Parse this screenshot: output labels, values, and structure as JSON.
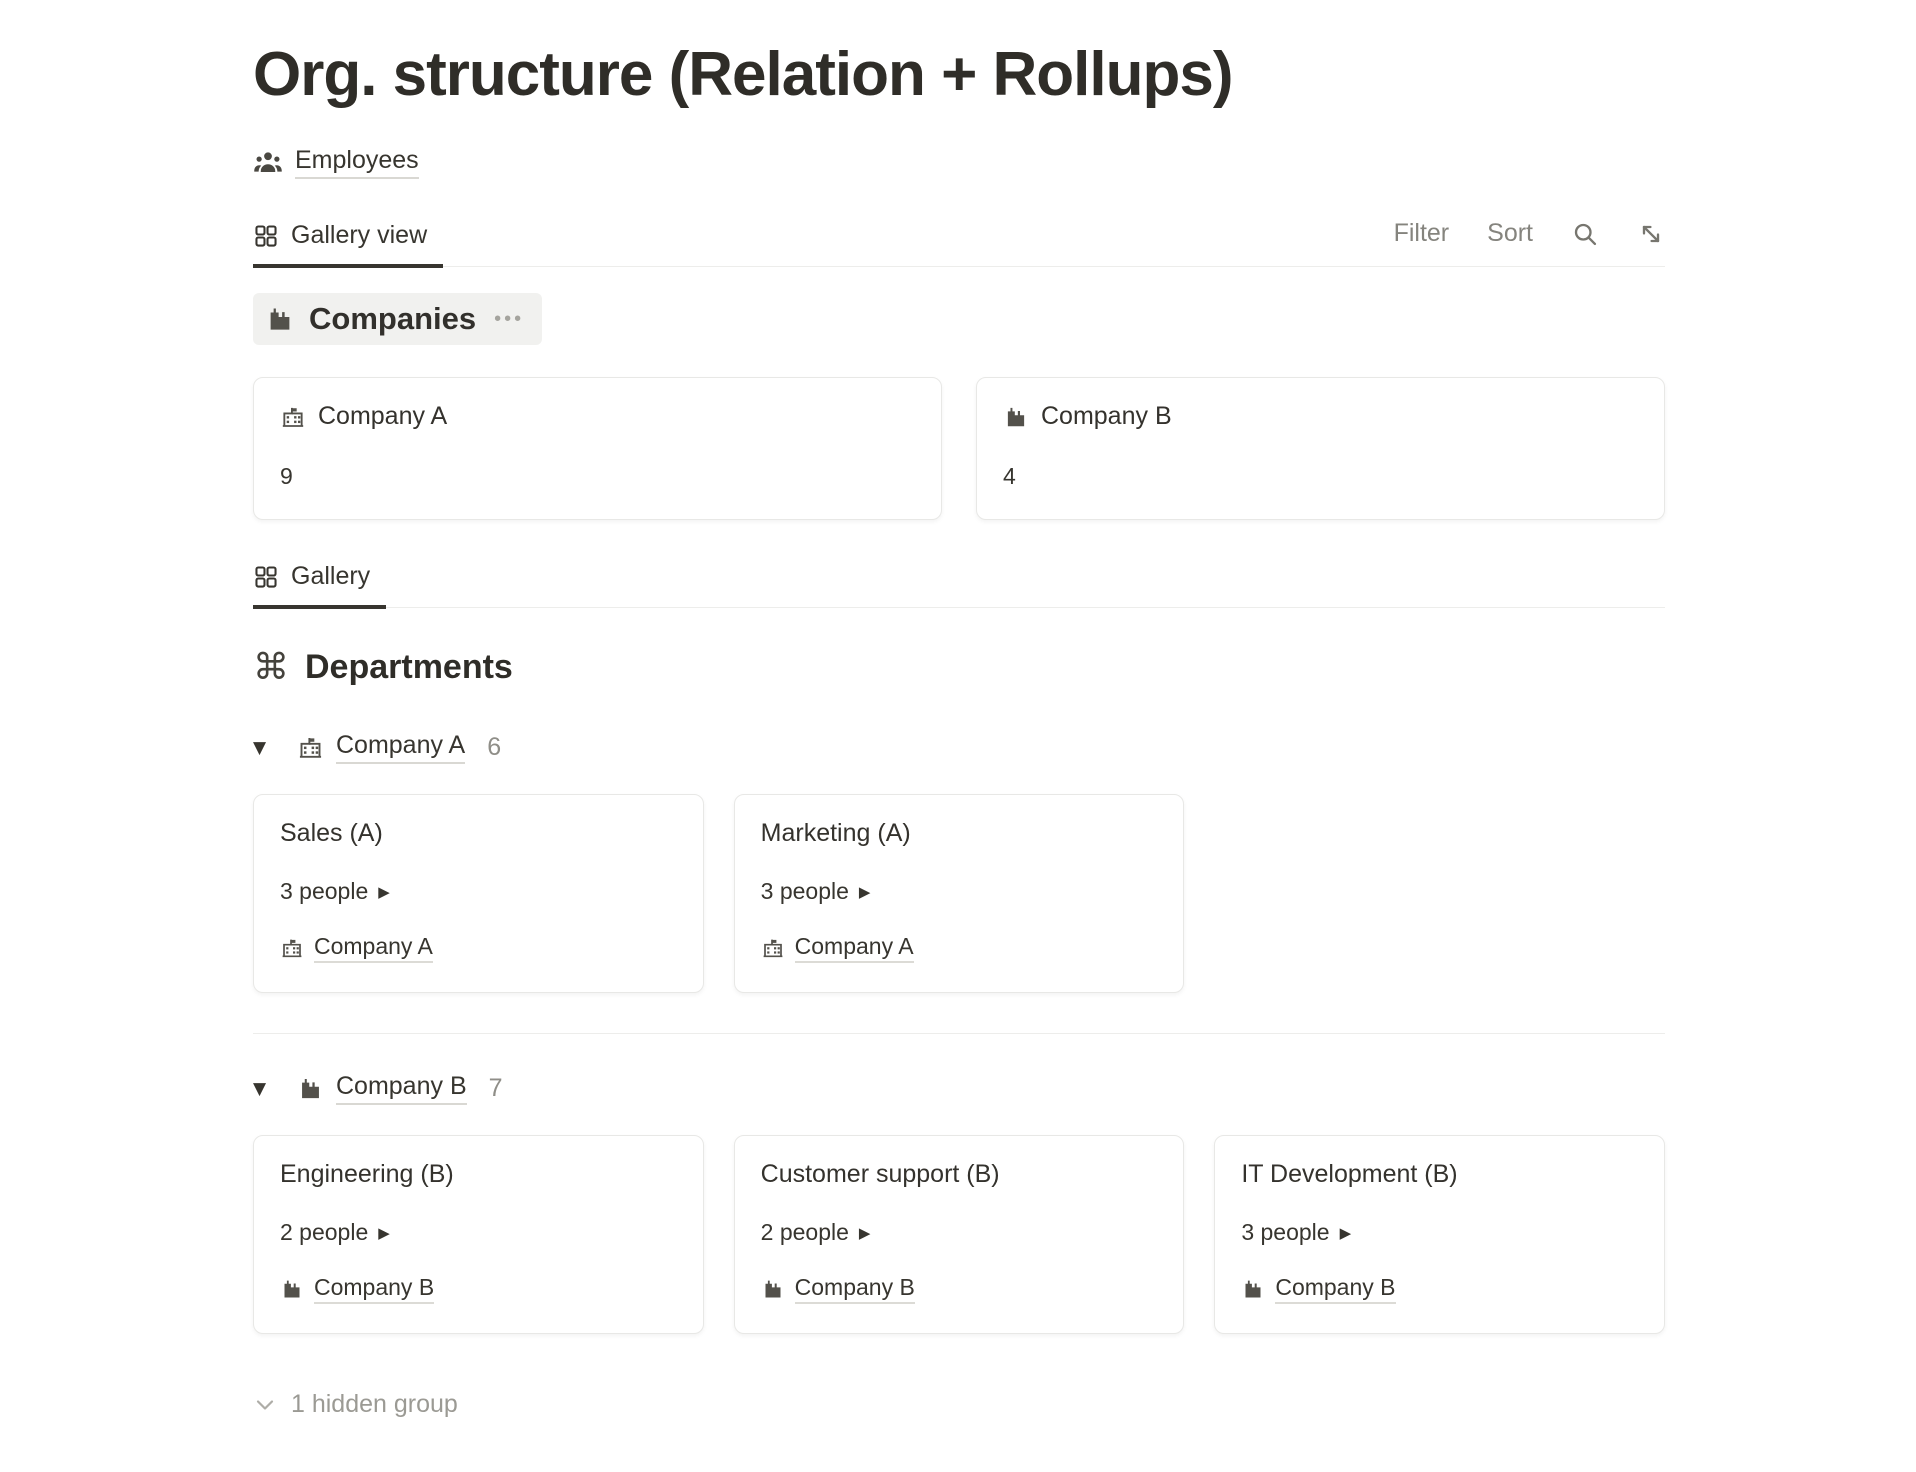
{
  "page": {
    "title": "Org. structure (Relation + Rollups)"
  },
  "employees": {
    "label": "Employees"
  },
  "toolbar": {
    "tab_label": "Gallery view",
    "filter_label": "Filter",
    "sort_label": "Sort"
  },
  "companies": {
    "title": "Companies",
    "cards": [
      {
        "name": "Company A",
        "count": "9"
      },
      {
        "name": "Company B",
        "count": "4"
      }
    ]
  },
  "gallery_tab": {
    "label": "Gallery"
  },
  "departments": {
    "title": "Departments",
    "groups": [
      {
        "name": "Company A",
        "count": "6",
        "cards": [
          {
            "title": "Sales (A)",
            "people": "3 people",
            "company": "Company A"
          },
          {
            "title": "Marketing (A)",
            "people": "3 people",
            "company": "Company A"
          }
        ]
      },
      {
        "name": "Company B",
        "count": "7",
        "cards": [
          {
            "title": "Engineering (B)",
            "people": "2 people",
            "company": "Company B"
          },
          {
            "title": "Customer support (B)",
            "people": "2 people",
            "company": "Company B"
          },
          {
            "title": "IT Development (B)",
            "people": "3 people",
            "company": "Company B"
          }
        ]
      }
    ],
    "hidden_group_label": "1 hidden group"
  },
  "icons": {
    "command_glyph": "⌘",
    "toggle_glyph": "▼",
    "play_glyph": "▶",
    "more_glyph": "•••"
  },
  "colors": {
    "text_dark": "#37352f",
    "text_gray": "#85847e",
    "card_border": "#e8e8e6",
    "pill_background": "#f1f1ef",
    "divider": "#ededeb"
  }
}
